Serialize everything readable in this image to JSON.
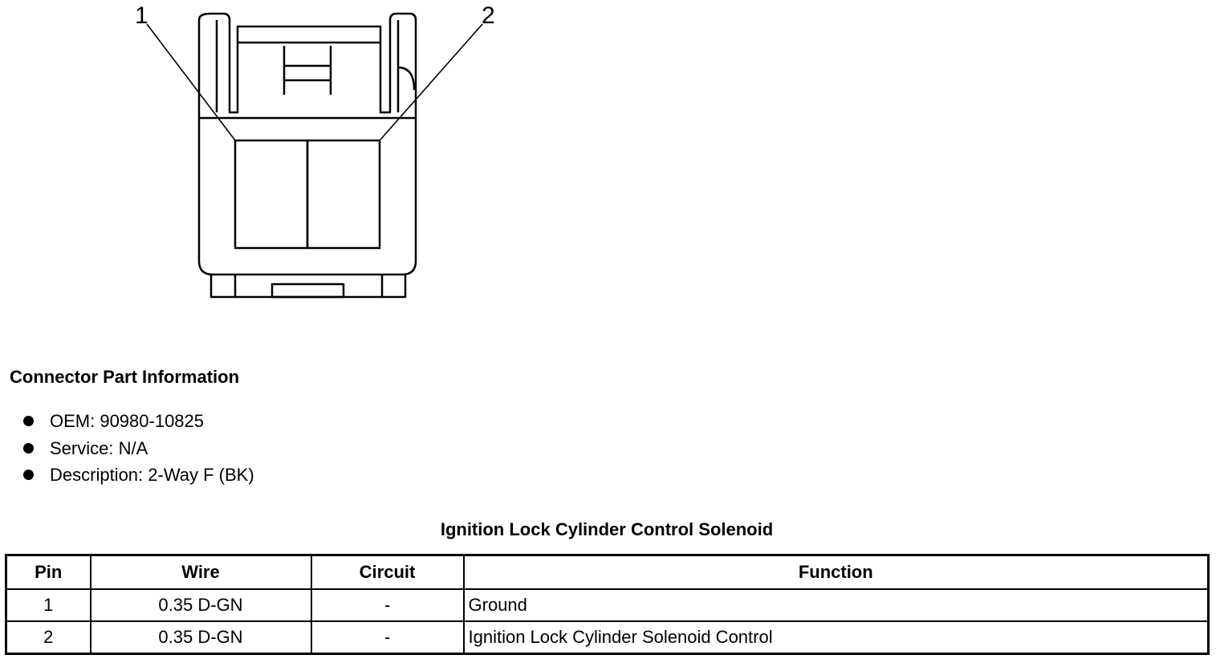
{
  "diagram": {
    "callouts": [
      "1",
      "2"
    ]
  },
  "connector_info": {
    "heading": "Connector Part Information",
    "items": [
      "OEM: 90980-10825",
      "Service: N/A",
      "Description: 2-Way F (BK)"
    ]
  },
  "table": {
    "title": "Ignition Lock Cylinder Control Solenoid",
    "headers": [
      "Pin",
      "Wire",
      "Circuit",
      "Function"
    ],
    "rows": [
      [
        "1",
        "0.35 D-GN",
        "-",
        "Ground"
      ],
      [
        "2",
        "0.35 D-GN",
        "-",
        "Ignition Lock Cylinder Solenoid Control"
      ]
    ]
  }
}
